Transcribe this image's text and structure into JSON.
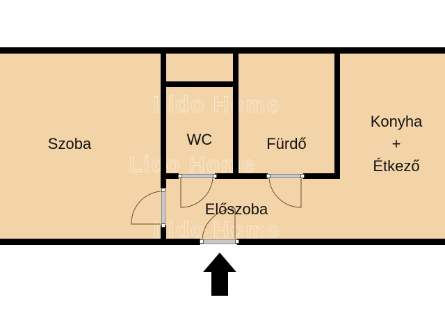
{
  "floorplan": {
    "rooms": [
      {
        "id": "szoba",
        "label": "Szoba"
      },
      {
        "id": "wc",
        "label": "WC"
      },
      {
        "id": "furdo",
        "label": "Fürdő"
      },
      {
        "id": "konyha",
        "label_line1": "Konyha",
        "label_line2": "+",
        "label_line3": "Étkező"
      },
      {
        "id": "eloszoba",
        "label": "Előszoba"
      }
    ],
    "watermark": "Lido Home",
    "entrance_arrow": "entrance-arrow",
    "colors": {
      "floor": "#f2d4a8",
      "wall": "#000000",
      "background": "#ffffff"
    }
  }
}
